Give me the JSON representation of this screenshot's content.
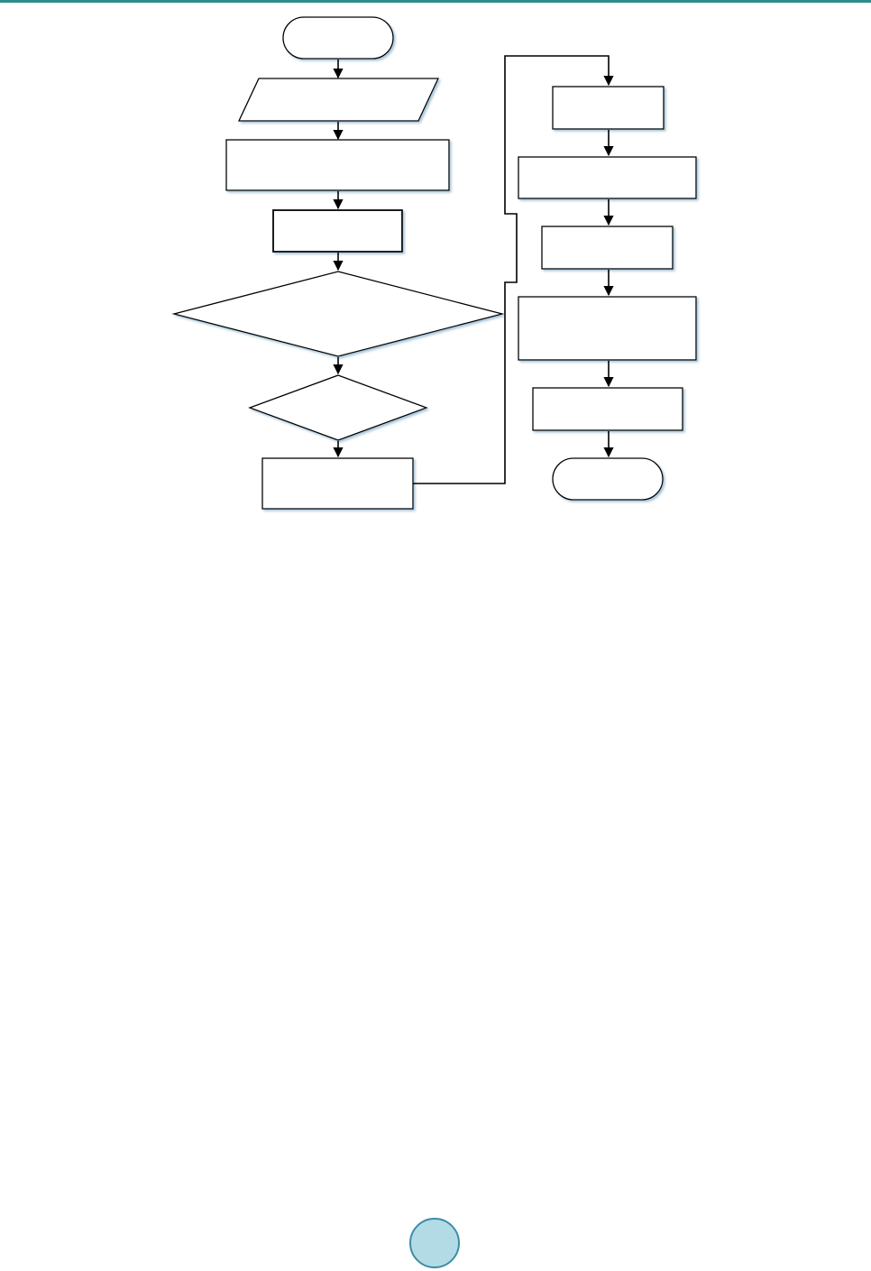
{
  "header": {
    "rule_color": "#2e8b8b"
  },
  "flowchart": {
    "line_color": "#000000",
    "shadow_color": "#9fbfd6",
    "nodes": [
      {
        "id": "start",
        "shape": "terminator",
        "label": ""
      },
      {
        "id": "input",
        "shape": "parallelogram",
        "label": ""
      },
      {
        "id": "process-1",
        "shape": "process",
        "label": ""
      },
      {
        "id": "process-2",
        "shape": "process",
        "label": ""
      },
      {
        "id": "decision-1",
        "shape": "decision",
        "label": ""
      },
      {
        "id": "decision-2",
        "shape": "decision",
        "label": ""
      },
      {
        "id": "process-3",
        "shape": "process",
        "label": ""
      },
      {
        "id": "process-4",
        "shape": "process",
        "label": ""
      },
      {
        "id": "process-5",
        "shape": "process",
        "label": ""
      },
      {
        "id": "process-6",
        "shape": "process",
        "label": ""
      },
      {
        "id": "process-7",
        "shape": "process",
        "label": ""
      },
      {
        "id": "process-8",
        "shape": "process",
        "label": ""
      },
      {
        "id": "end",
        "shape": "terminator",
        "label": ""
      }
    ]
  },
  "footer": {
    "page_number": "",
    "badge_fill": "#b3dbe6",
    "badge_border": "#3d8ca6"
  }
}
